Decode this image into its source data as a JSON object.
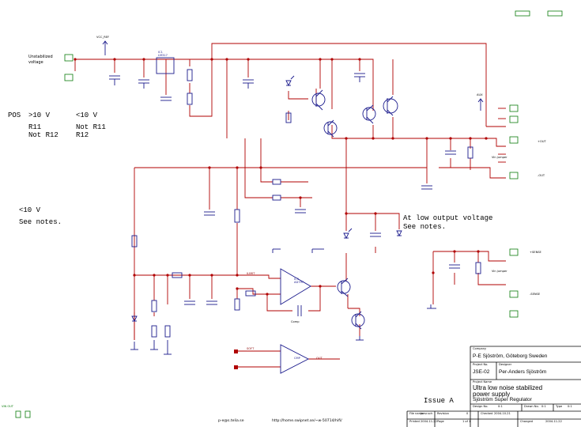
{
  "notes": {
    "pos": "POS",
    "over10": ">10 V",
    "under10": "<10 V",
    "r11": "R11",
    "not_r11": "Not R11",
    "not_r12": "Not R12",
    "r12": "R12",
    "under10_b": "<10 V",
    "see_notes": "See notes.",
    "low_output_1": "At low output voltage",
    "low_output_2": "See notes."
  },
  "labels": {
    "unregulated": "Unstabilized",
    "voltage": "voltage",
    "ref": "VCC_REF",
    "aux": "AUX",
    "u1_name": "IC1",
    "u1_part": "LM317",
    "out_plus": "+OUT",
    "out_minus": "-OUT",
    "sense_plus": "+SENSE",
    "sense_minus": "-SENSE",
    "jumper_a": "Vin jumper",
    "jumper_b": "Vin jumper",
    "opamp_part": "AD797",
    "opamp_name": "IC3",
    "comp_part": "CMP",
    "limit": "ILIMIT",
    "soft_start": "SOFT",
    "vref_out": "OUT",
    "comp_label": "Comp",
    "tiny_note": "VIN  OUT"
  },
  "title_block": {
    "company_label": "Company",
    "company": "P-E Sjöström, Göteborg Sweden",
    "project_no_label": "Project No.",
    "project_no": "JSE-02",
    "designer_label": "Designer",
    "designer": "Per-Anders Sjöström",
    "project_name_label": "Project Name",
    "project_name_1": "Ultra low noise stabilized",
    "project_name_2": "power supply",
    "sheet_title": "Sjöström Super Regulator",
    "design_label": "Design No.",
    "design": "0:1",
    "drawn_label": "Drawn No.",
    "drawn": "0:1",
    "type_label": "Type",
    "type": "0:1",
    "filename_label": "File name",
    "filename": "jsesr.sch",
    "revision_label": "Revision",
    "revision": "0",
    "checked_label": "Checked",
    "checked": "2004-10-21",
    "printed_label": "Printed",
    "printed": "2004-11-22",
    "page_label": "Page",
    "page": "1 of 1",
    "changed_label": "Changed",
    "changed": "2004-11-22",
    "issue": "Issue A"
  },
  "footer": {
    "email": "p-e@s.telia.se",
    "url": "http://home.swipnet.se/~w-50714/hifi/"
  }
}
